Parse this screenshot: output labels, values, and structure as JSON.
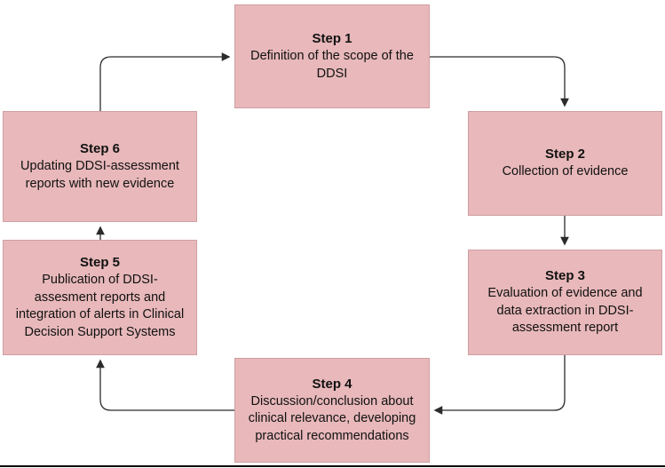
{
  "figure": {
    "background": "#ffffff",
    "box_fill": "#e8b8ba",
    "box_border": "#cfa0a3",
    "arrow_color": "#2b2b2b"
  },
  "steps": [
    {
      "title": "Step 1",
      "text": "Definition of the scope of the DDSI"
    },
    {
      "title": "Step 2",
      "text": "Collection of evidence"
    },
    {
      "title": "Step 3",
      "text": "Evaluation of evidence and data extraction in DDSI-assessment report"
    },
    {
      "title": "Step 4",
      "text": "Discussion/conclusion about clinical relevance, developing practical recommendations"
    },
    {
      "title": "Step 5",
      "text": "Publication of DDSI-assesment reports and integration of alerts in Clinical Decision Support Systems"
    },
    {
      "title": "Step 6",
      "text": "Updating DDSI-assessment reports with new evidence"
    }
  ]
}
